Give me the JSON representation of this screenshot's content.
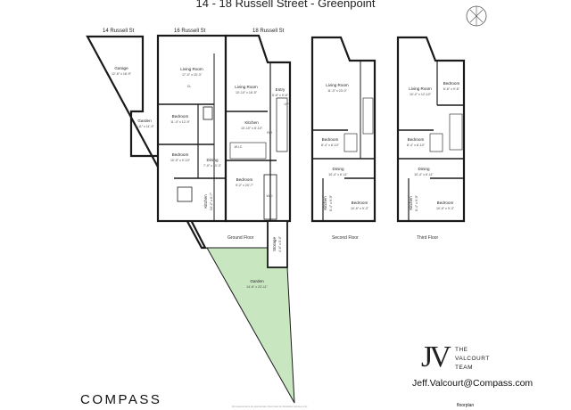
{
  "title": "14 - 18 Russell Street - Greenpoint",
  "streets": [
    "14 Russell St",
    "16 Russell St",
    "18 Russell St"
  ],
  "floor_labels": {
    "ground": "Ground Floor",
    "second": "Second Floor",
    "third": "Third Floor"
  },
  "rooms": {
    "garage": {
      "name": "Garage",
      "dim": "12'-6\" x 18'-9\""
    },
    "garden_small": {
      "name": "Garden",
      "dim": "4'-11\" x 11'-9\""
    },
    "g_living16": {
      "name": "Living Room",
      "dim": "17'-0\" x 15'-3\""
    },
    "g_bed16a": {
      "name": "Bedroom",
      "dim": "11'-4\" x 12'-9\""
    },
    "g_bed16b": {
      "name": "Bedroom",
      "dim": "10'-5\" x 9'-10\""
    },
    "g_dining16": {
      "name": "Dining",
      "dim": "7'-0\" x 10'-3\""
    },
    "g_kitchen16": {
      "name": "Kitchen",
      "dim": "10'-2\" x 6'-7\""
    },
    "g_living18": {
      "name": "Living Room",
      "dim": "10'-10\" x 16'-5\""
    },
    "g_entry18": {
      "name": "Entry",
      "dim": "5'-8\" x 9'-6\""
    },
    "g_kitchen18": {
      "name": "Kitchen",
      "dim": "10'-10\" x 8'-10\""
    },
    "g_bed18": {
      "name": "Bedroom",
      "dim": "9'-2\" x 20'-7\""
    },
    "storage": {
      "name": "Storage",
      "dim": "4'-6\" x 5'-0\""
    },
    "garden_big": {
      "name": "Garden",
      "dim": "14'-6\" x 23'-11\""
    },
    "s_living": {
      "name": "Living Room",
      "dim": "11'-0\" x 23'-0\""
    },
    "s_bed1": {
      "name": "Bedroom",
      "dim": "8'-4\" x 8'-10\""
    },
    "s_dining": {
      "name": "Dining",
      "dim": "10'-4\" x 6'-11\""
    },
    "s_kitchen": {
      "name": "Kitchen",
      "dim": "8'-4\" x 9'-9\""
    },
    "s_bed2": {
      "name": "Bedroom",
      "dim": "10'-6\" x 9'-3\""
    },
    "t_living": {
      "name": "Living Room",
      "dim": "10'-2\" x 12'-10\""
    },
    "t_bed_front": {
      "name": "Bedroom",
      "dim": "6'-6\" x 9'-6\""
    },
    "t_bed1": {
      "name": "Bedroom",
      "dim": "8'-4\" x 8'-10\""
    },
    "t_dining": {
      "name": "Dining",
      "dim": "10'-4\" x 6'-11\""
    },
    "t_kitchen": {
      "name": "Kitchen",
      "dim": "8'-4\" x 9'-9\""
    },
    "t_bed2": {
      "name": "Bedroom",
      "dim": "10'-6\" x 9'-3\""
    }
  },
  "fixture_labels": {
    "closet": "CL",
    "refrigerator": "Ref",
    "wic": "W.I.C",
    "washer_dryer": "W/D",
    "up": "UP"
  },
  "brand": "COMPASS",
  "team": {
    "monogram": "JV",
    "line1": "THE",
    "line2": "VALCOURT",
    "line3": "TEAM"
  },
  "email": "Jeff.Valcourt@Compass.com",
  "floorplan_logo": "floorplan",
  "disclaimer": "All measurements are approximate. Floor plans for illustration purposes only.",
  "colors": {
    "wall": "#1a1a1a",
    "garden": "#c8e6c0",
    "background": "#ffffff"
  }
}
